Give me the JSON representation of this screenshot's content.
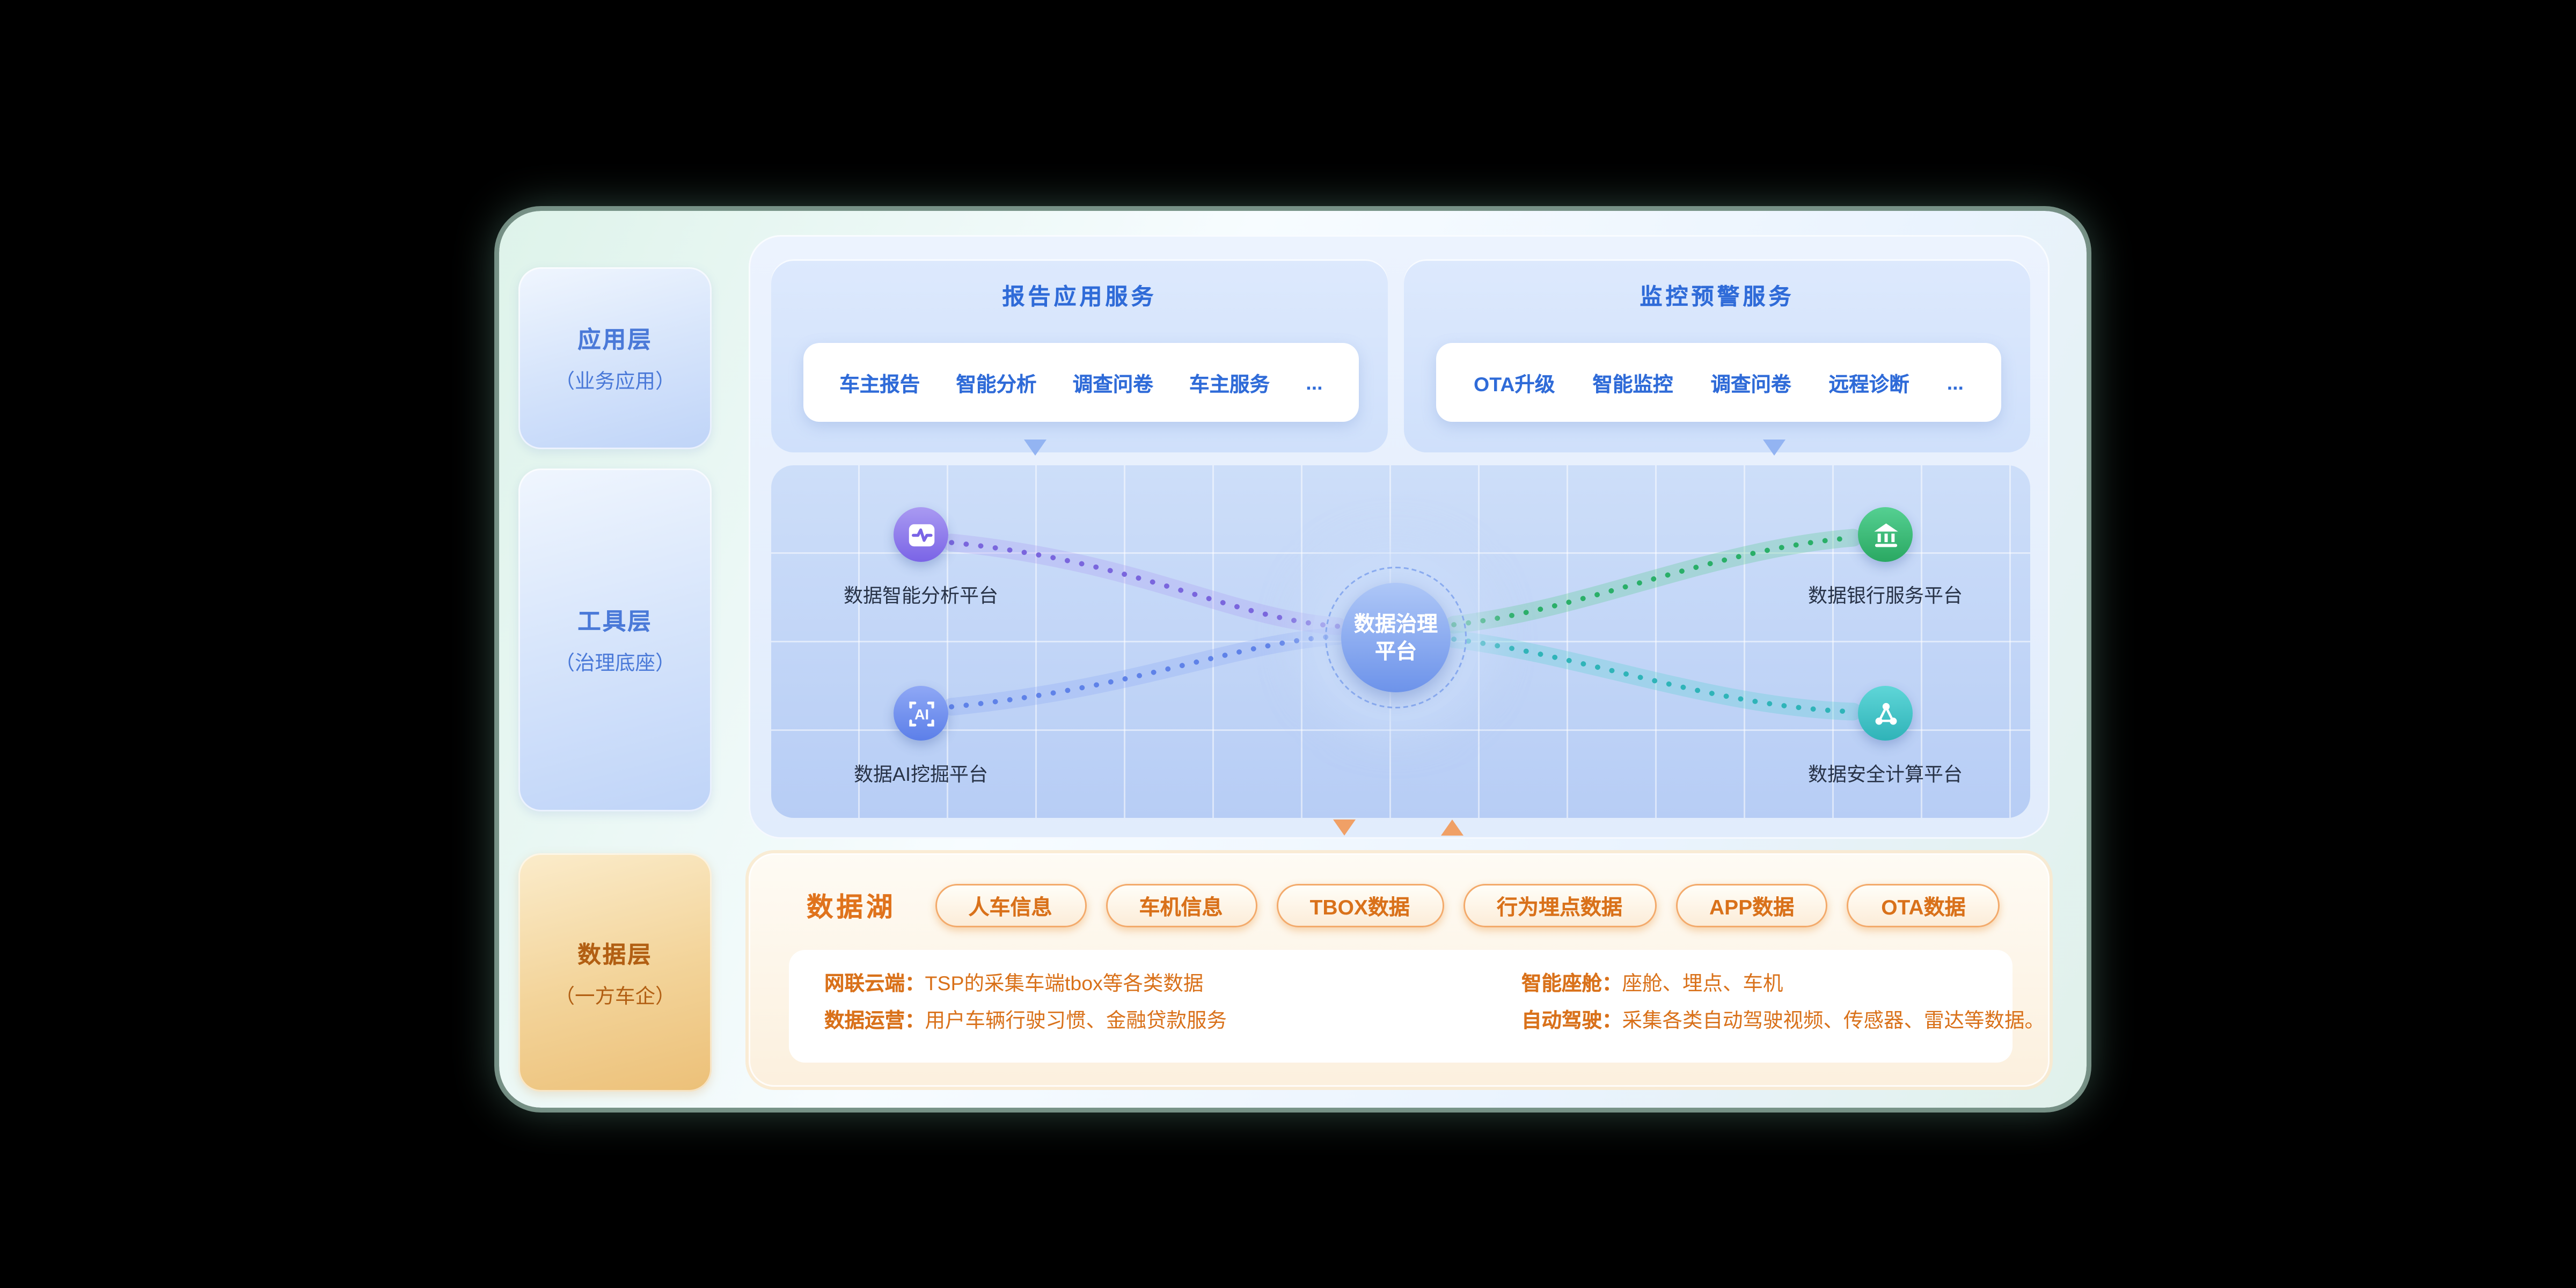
{
  "layers": {
    "app": {
      "title": "应用层",
      "subtitle": "（业务应用）"
    },
    "tool": {
      "title": "工具层",
      "subtitle": "（治理底座）"
    },
    "data": {
      "title": "数据层",
      "subtitle": "（一方车企）"
    }
  },
  "report_services": {
    "title": "报告应用服务",
    "items": [
      "车主报告",
      "智能分析",
      "调查问卷",
      "车主服务",
      "..."
    ]
  },
  "monitor_services": {
    "title": "监控预警服务",
    "items": [
      "OTA升级",
      "智能监控",
      "调查问卷",
      "远程诊断",
      "..."
    ]
  },
  "governance": {
    "center": {
      "line1": "数据治理",
      "line2": "平台"
    },
    "ai_glyph": "AI",
    "platforms": [
      {
        "name": "数据智能分析平台",
        "icon": "analytics-wave-icon",
        "color": "#7a64e6",
        "band": "#a896f1",
        "dot": "#7a66dd"
      },
      {
        "name": "数据AI挖掘平台",
        "icon": "ai-frame-icon",
        "color": "#5c7fe9",
        "band": "#8aa5f3",
        "dot": "#5f82e8"
      },
      {
        "name": "数据银行服务平台",
        "icon": "bank-icon",
        "color": "#2aa862",
        "band": "#59cb90",
        "dot": "#2aaf68"
      },
      {
        "name": "数据安全计算平台",
        "icon": "secure-network-icon",
        "color": "#2fb3b8",
        "band": "#58d0d2",
        "dot": "#2fb4b8"
      }
    ]
  },
  "data_lake": {
    "title": "数据湖",
    "tags": [
      "人车信息",
      "车机信息",
      "TBOX数据",
      "行为埋点数据",
      "APP数据",
      "OTA数据"
    ],
    "info": {
      "left": [
        {
          "label": "网联云端：",
          "text": "TSP的采集车端tbox等各类数据"
        },
        {
          "label": "数据运营：",
          "text": "用户车辆行驶习惯、金融贷款服务"
        }
      ],
      "right": [
        {
          "label": "智能座舱：",
          "text": "座舱、埋点、车机"
        },
        {
          "label": "自动驾驶：",
          "text": "采集各类自动驾驶视频、传感器、雷达等数据。"
        }
      ]
    }
  },
  "colors": {
    "blue_accent": "#2f6bd8",
    "orange_accent": "#d9711a",
    "lake_title": "#e0731c",
    "frame_glow": "#c6ecdd"
  }
}
